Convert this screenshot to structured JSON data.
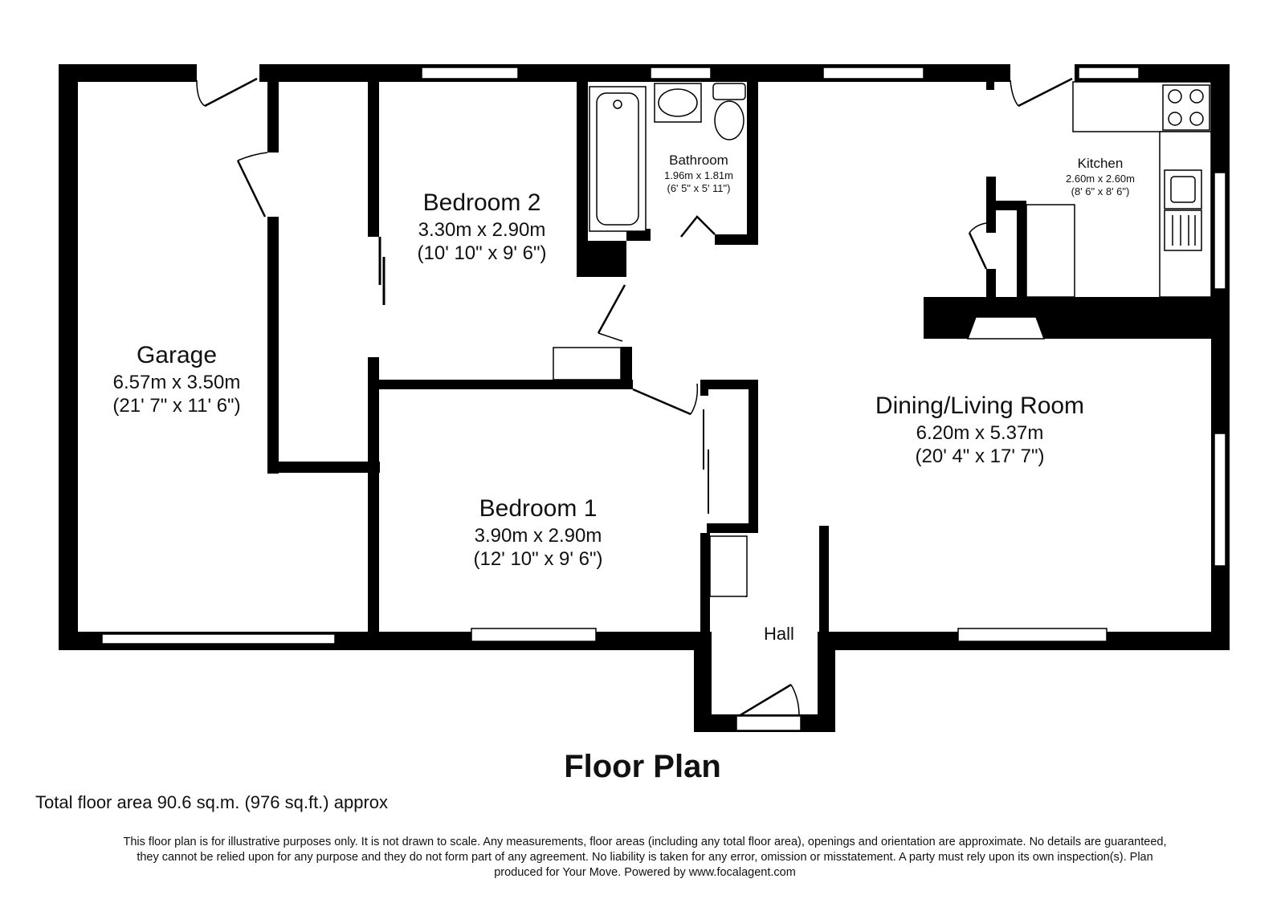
{
  "rooms": {
    "garage": {
      "name": "Garage",
      "metric": "6.57m x 3.50m",
      "imperial": "(21' 7\" x 11' 6\")"
    },
    "bedroom2": {
      "name": "Bedroom 2",
      "metric": "3.30m x 2.90m",
      "imperial": "(10' 10\" x 9' 6\")"
    },
    "bathroom": {
      "name": "Bathroom",
      "metric": "1.96m x 1.81m",
      "imperial": "(6' 5\" x 5' 11\")"
    },
    "kitchen": {
      "name": "Kitchen",
      "metric": "2.60m x 2.60m",
      "imperial": "(8' 6\" x 8' 6\")"
    },
    "living": {
      "name": "Dining/Living Room",
      "metric": "6.20m x 5.37m",
      "imperial": "(20' 4\" x 17' 7\")"
    },
    "bedroom1": {
      "name": "Bedroom 1",
      "metric": "3.90m x 2.90m",
      "imperial": "(12' 10\" x 9' 6\")"
    },
    "hall": {
      "name": "Hall"
    }
  },
  "title": "Floor Plan",
  "total_area": "Total floor area 90.6 sq.m. (976 sq.ft.) approx",
  "disclaimer": [
    "This floor plan is for illustrative purposes only. It is not drawn to scale. Any measurements, floor areas (including any total floor area), openings and orientation are approximate. No details are guaranteed,",
    "they cannot be relied upon for any purpose and they do not form part of any agreement. No liability is taken for any error, omission or misstatement. A party must rely upon its own inspection(s).  Plan",
    "produced for Your Move. Powered by www.focalagent.com"
  ],
  "colors": {
    "wall": "#000000",
    "fixture": "#ffffff"
  }
}
